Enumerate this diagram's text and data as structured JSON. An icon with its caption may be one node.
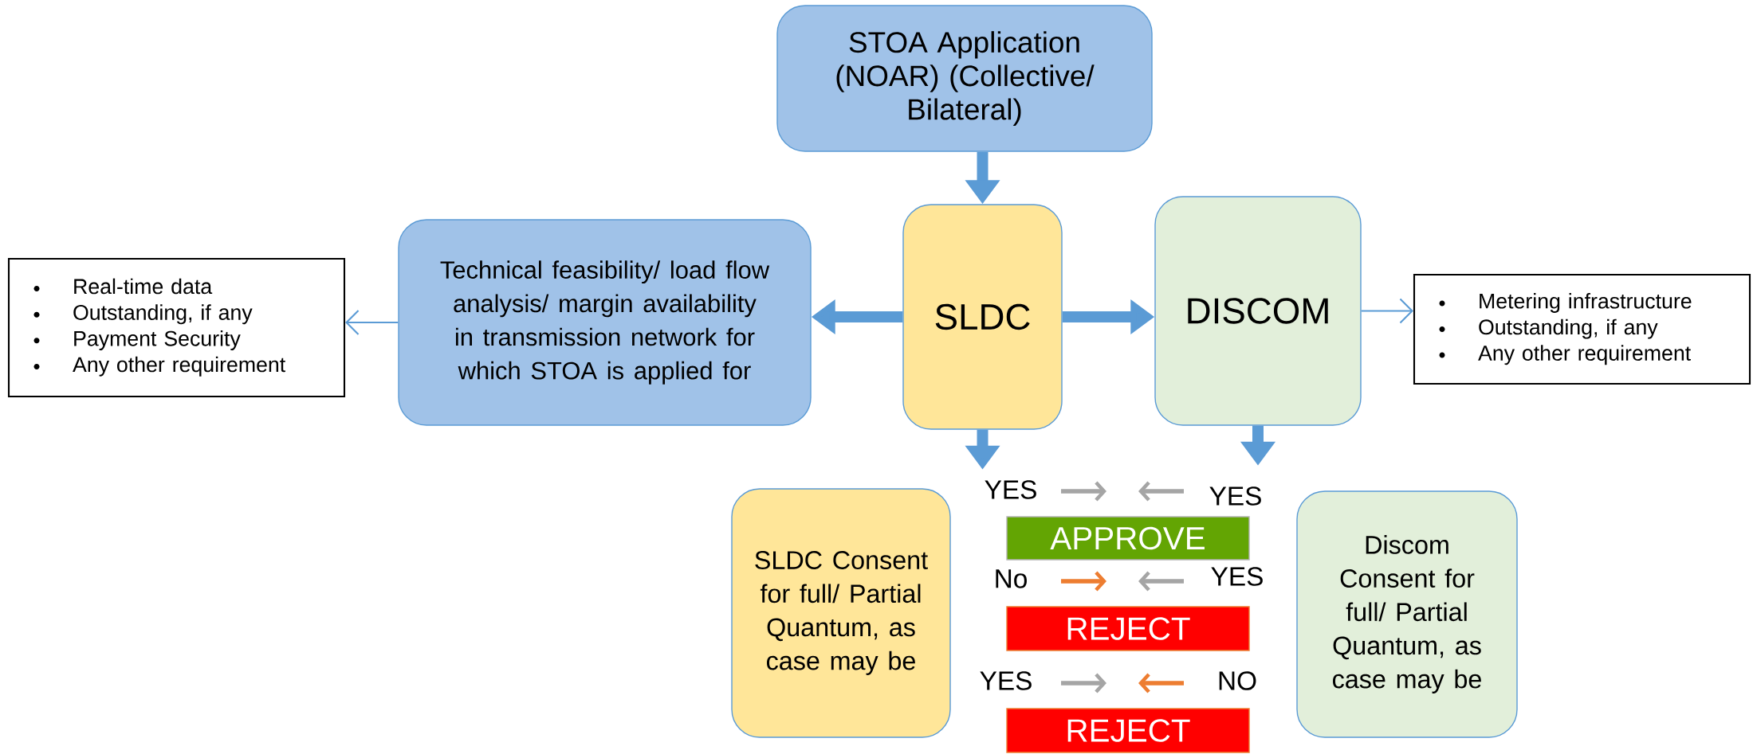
{
  "diagram": {
    "nodes": [
      {
        "text": [
          "STOA Application (NOAR) (Collective/ Bilateral)"
        ]
      },
      {
        "text": [
          "Technical feasibility/ load flow analysis/ margin availability in transmission network for which STOA is applied for"
        ]
      },
      {
        "text": [
          "SLDC"
        ]
      },
      {
        "text": [
          "DISCOM"
        ]
      },
      {
        "text": [
          "Real-time data",
          "Outstanding, if any",
          "Payment Security",
          "Any other requirement"
        ]
      },
      {
        "text": [
          "Metering infrastructure",
          "Outstanding, if any",
          "Any other requirement"
        ]
      },
      {
        "text": [
          "SLDC Consent for full/ Partial Quantum, as case may be"
        ]
      },
      {
        "text": [
          "Discom Consent for full/ Partial Quantum, as case may be"
        ]
      },
      {
        "text": [
          "APPROVE"
        ]
      },
      {
        "text": [
          "REJECT"
        ]
      },
      {
        "text": [
          "REJECT"
        ]
      }
    ],
    "edges": [
      {
        "from": 0,
        "to": 2,
        "arrow": "to"
      },
      {
        "from": 2,
        "to": 1,
        "arrow": "to"
      },
      {
        "from": 2,
        "to": 3,
        "arrow": "to"
      },
      {
        "from": 1,
        "to": 4,
        "arrow": "to"
      },
      {
        "from": 3,
        "to": 5,
        "arrow": "to"
      },
      {
        "from": 2,
        "to": null,
        "arrow": "to"
      },
      {
        "from": 3,
        "to": null,
        "arrow": "to"
      }
    ],
    "labels": [
      "YES",
      "YES",
      "No",
      "YES",
      "YES",
      "NO"
    ]
  }
}
